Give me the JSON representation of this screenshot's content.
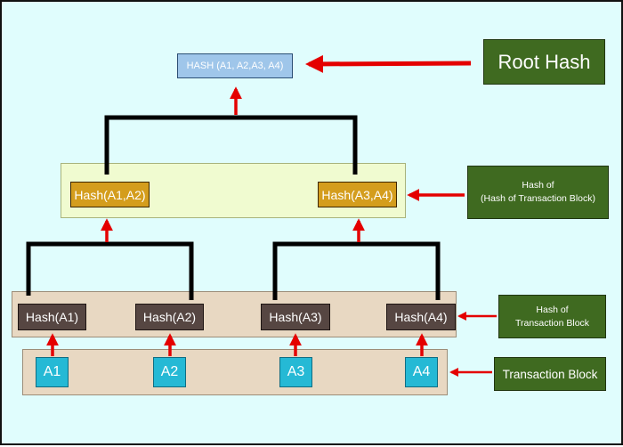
{
  "root": {
    "label": "HASH (A1, A2,A3, A4)"
  },
  "level1": [
    {
      "label": "Hash(A1,A2)"
    },
    {
      "label": "Hash(A3,A4)"
    }
  ],
  "level2": [
    {
      "label": "Hash(A1)"
    },
    {
      "label": "Hash(A2)"
    },
    {
      "label": "Hash(A3)"
    },
    {
      "label": "Hash(A4)"
    }
  ],
  "transactions": [
    {
      "label": "A1"
    },
    {
      "label": "A2"
    },
    {
      "label": "A3"
    },
    {
      "label": "A4"
    }
  ],
  "legend": {
    "root": "Root Hash",
    "level1_line1": "Hash of",
    "level1_line2": "(Hash of Transaction Block)",
    "level2_line1": "Hash of",
    "level2_line2": "Transaction Block",
    "transactions": "Transaction Block"
  },
  "colors": {
    "background": "#e0fdfd",
    "root_box": "#9fc6ea",
    "level1_band": "#f0fbd0",
    "level1_box": "#d49d1d",
    "level2_band": "#e8d8c2",
    "level2_box": "#564642",
    "transaction_box": "#25b9d5",
    "legend_box": "#3f6a20",
    "arrow": "#e40000",
    "connector": "#000000"
  }
}
